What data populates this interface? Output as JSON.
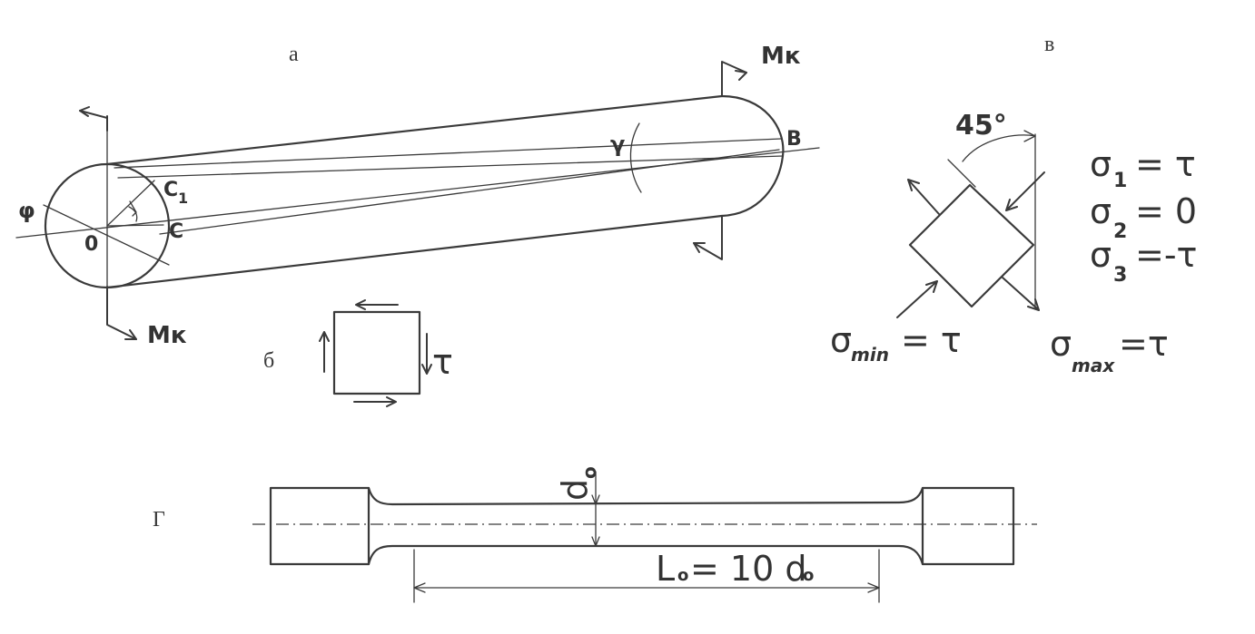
{
  "panel_labels": {
    "a": "а",
    "b": "б",
    "v": "в",
    "g": "Г"
  },
  "torsion_bar": {
    "moment_left": "Mк",
    "moment_right": "Mк",
    "angle_phi": "φ",
    "angle_gamma": "γ",
    "point_o": "0",
    "point_c": "C",
    "point_c1": "C",
    "point_c1_sub": "1",
    "point_b": "B"
  },
  "element_b": {
    "tau": "τ"
  },
  "element_v": {
    "angle": "45°",
    "sigma_min": "σ",
    "sigma_min_sub": "min",
    "sigma_min_rhs": "= τ",
    "sigma_max": "σ",
    "sigma_max_sub": "max",
    "sigma_max_rhs": "=τ",
    "s1_lhs": "σ",
    "s1_sub": "1",
    "s1_rhs": "= τ",
    "s2_lhs": "σ",
    "s2_sub": "2",
    "s2_rhs": "= 0",
    "s3_lhs": "σ",
    "s3_sub": "3",
    "s3_rhs": "=-τ"
  },
  "specimen": {
    "diameter": "d",
    "diameter_sub": "o",
    "gauge_lhs": "L",
    "gauge_lhs_sub": "o",
    "gauge_rhs": "= 10 d",
    "gauge_rhs_sub": "o"
  },
  "colors": {
    "ink": "#3a3a3a",
    "paper": "#ffffff"
  }
}
